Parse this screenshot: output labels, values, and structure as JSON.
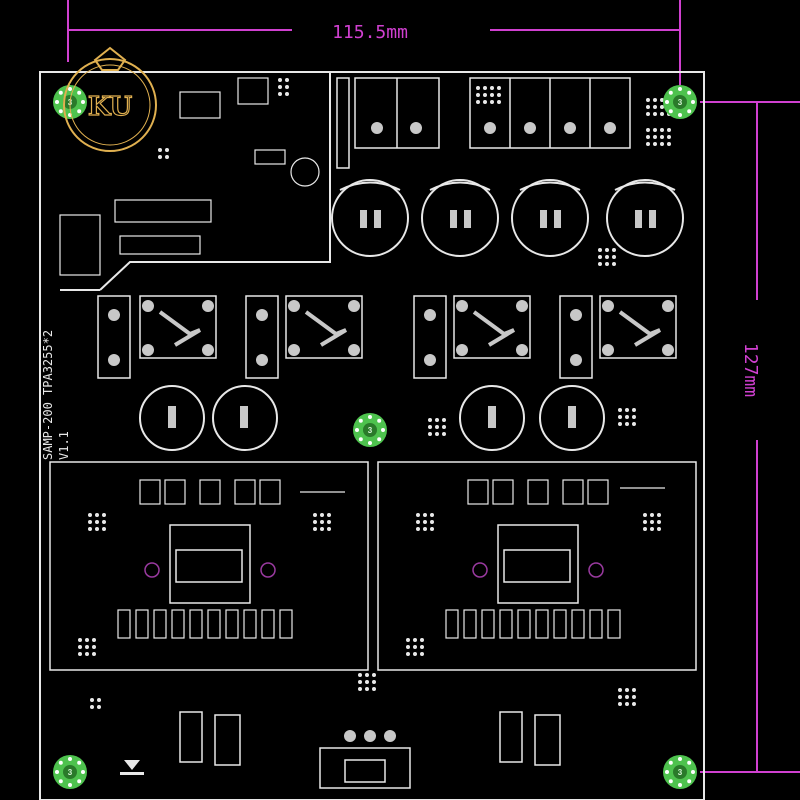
{
  "dimensions": {
    "width_label": "115.5mm",
    "height_label": "127mm"
  },
  "board": {
    "name": "SAMP-200 TPA3255*2",
    "version": "V1.1"
  },
  "mounting_holes": {
    "label": "3",
    "count": 5
  },
  "watermark": {
    "text": "KU"
  },
  "colors": {
    "board": "#000000",
    "silkscreen": "#e8e8e8",
    "pad": "#c8c8c8",
    "dimension": "#d040d0",
    "mounting_hole": "#4ec24e",
    "logo": "#e0b050",
    "via": "#9a3aa0"
  }
}
